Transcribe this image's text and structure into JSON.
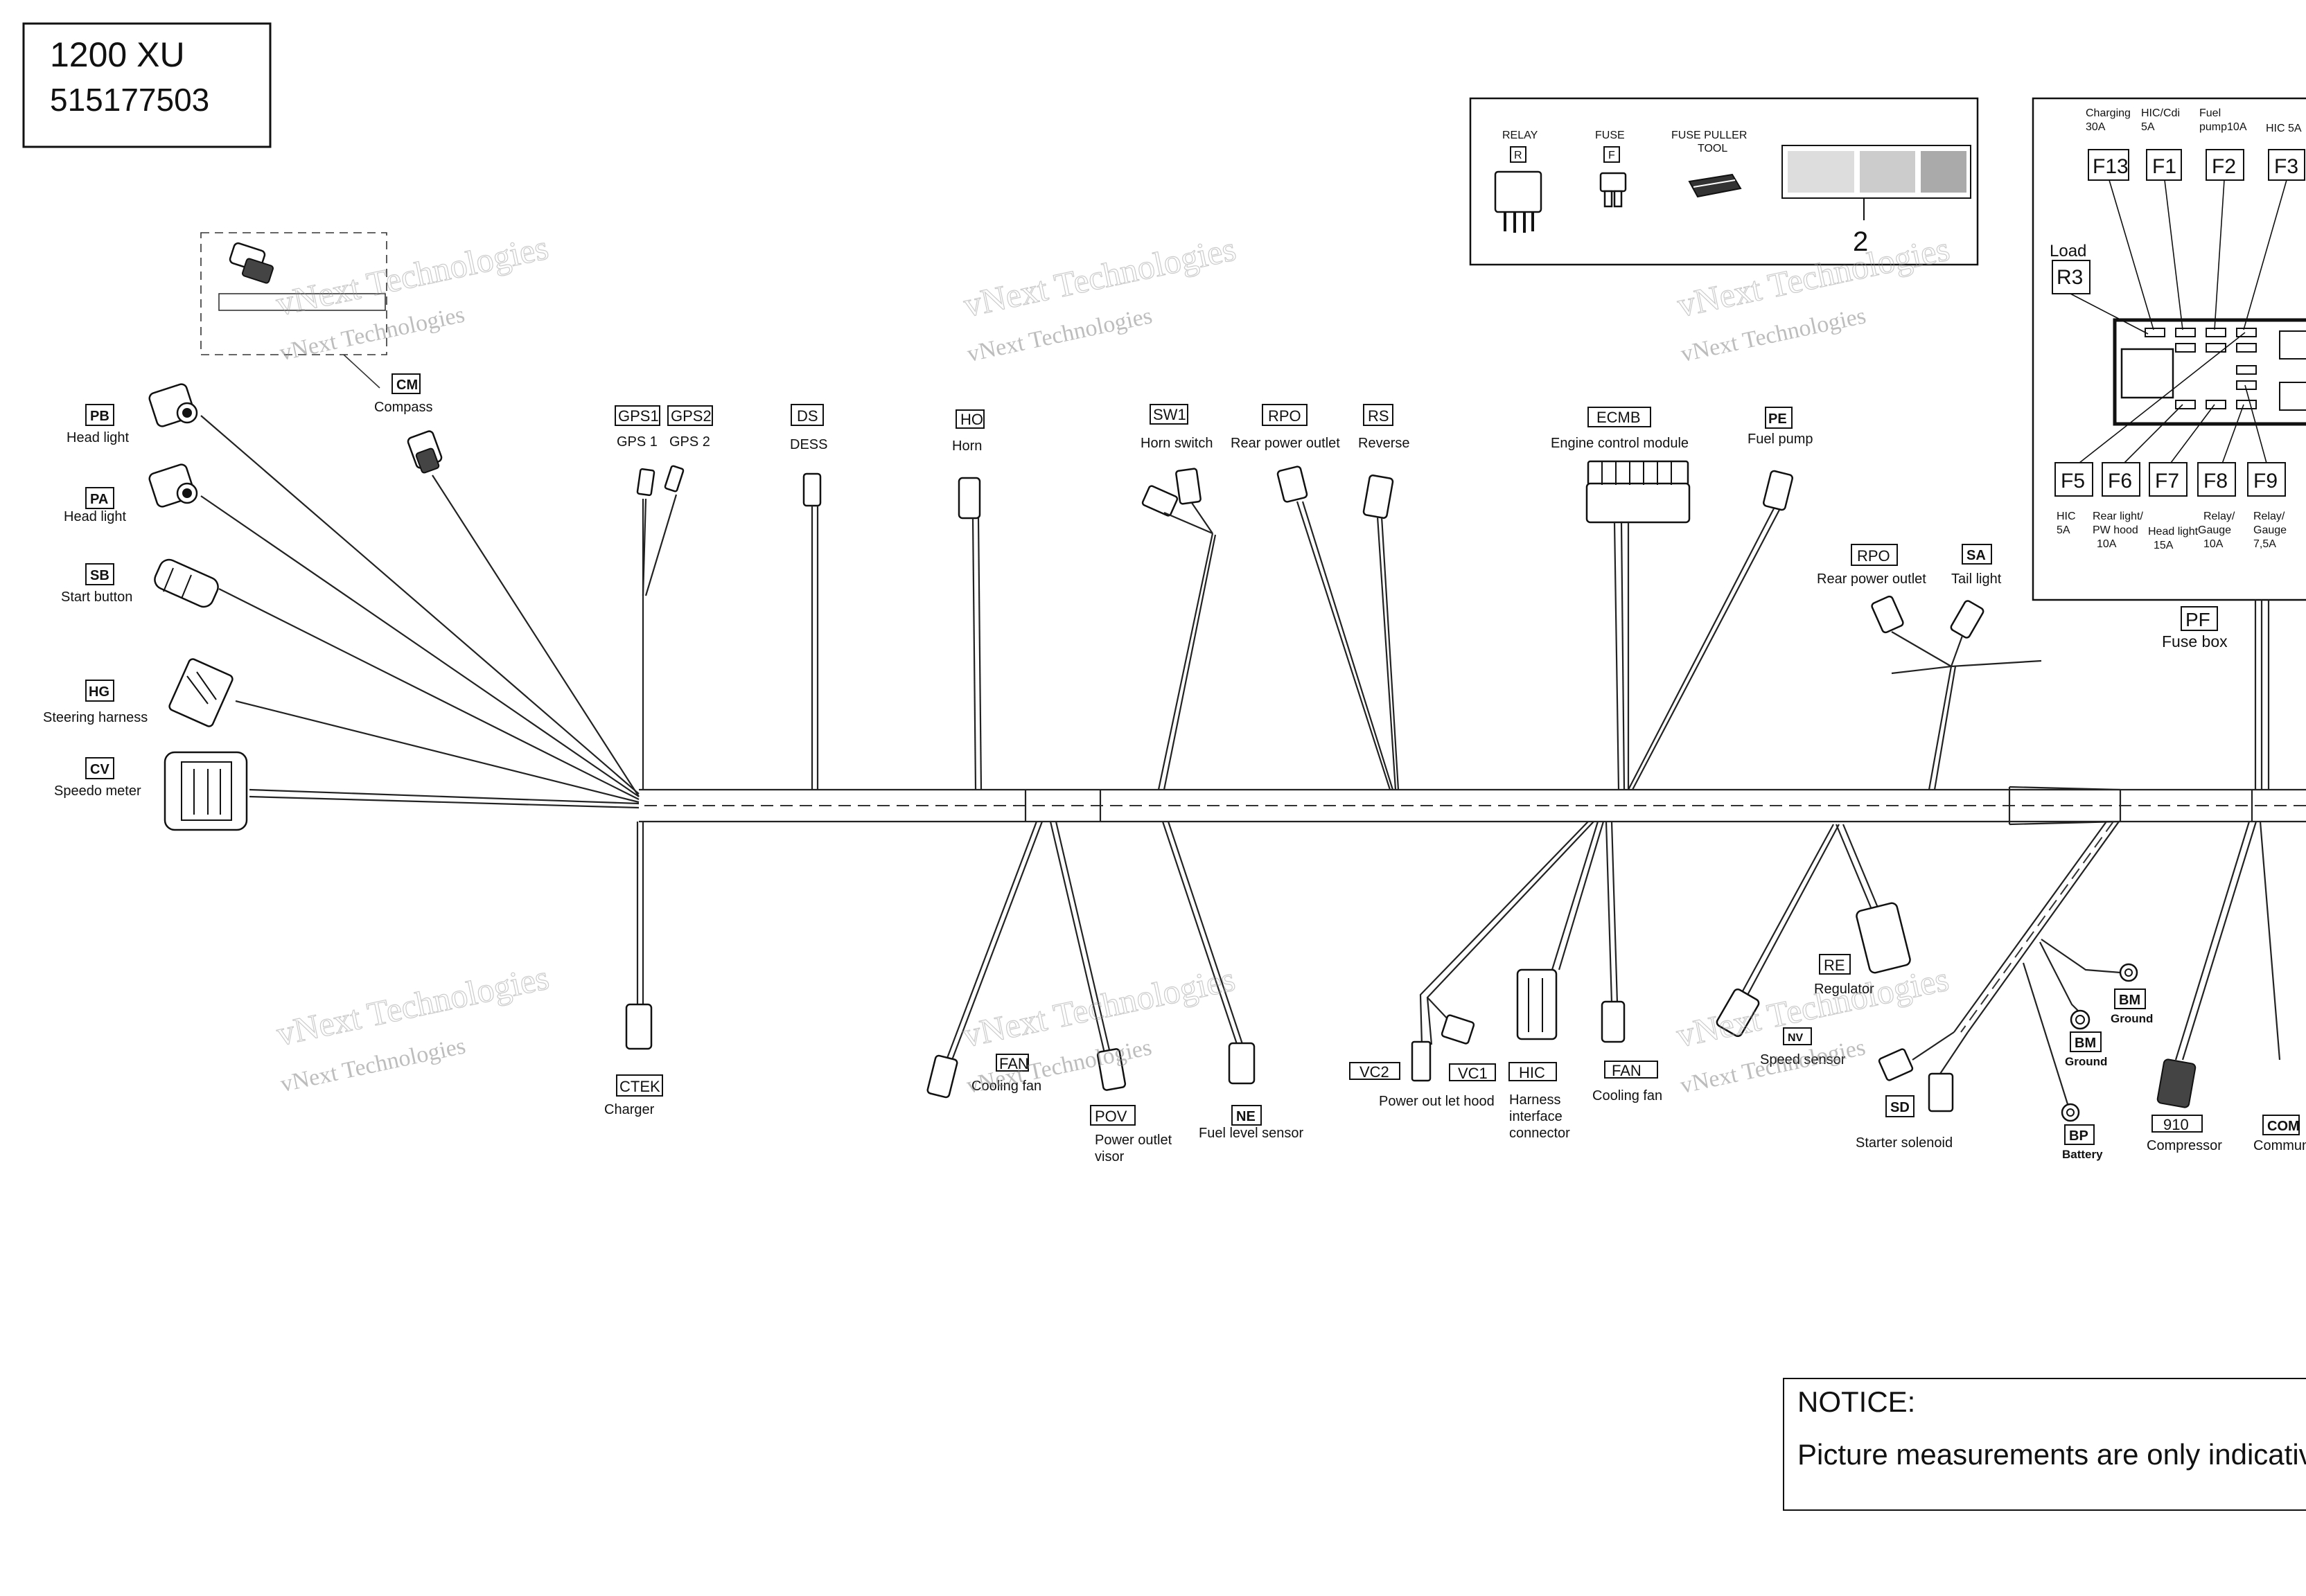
{
  "title_block": {
    "model": "1200 XU",
    "part_number": "515177503"
  },
  "watermark": "vNext Technologies",
  "legend": {
    "relay_label": "RELAY",
    "relay_code": "R",
    "fuse_label": "FUSE",
    "fuse_code": "F",
    "puller_label_1": "FUSE PULLER",
    "puller_label_2": "TOOL",
    "callout": "2"
  },
  "connectors": {
    "cm": {
      "code": "CM",
      "name": "Compass"
    },
    "pb": {
      "code": "PB",
      "name": "Head light"
    },
    "pa": {
      "code": "PA",
      "name": "Head light"
    },
    "sb": {
      "code": "SB",
      "name": "Start button"
    },
    "hg": {
      "code": "HG",
      "name": "Steering harness"
    },
    "cv": {
      "code": "CV",
      "name": "Speedo meter"
    },
    "gps1": {
      "code": "GPS1",
      "name": "GPS 1"
    },
    "gps2": {
      "code": "GPS2",
      "name": "GPS 2"
    },
    "ds": {
      "code": "DS",
      "name": "DESS"
    },
    "ho": {
      "code": "HO",
      "name": "Horn"
    },
    "sw1": {
      "code": "SW1",
      "name": "Horn switch"
    },
    "rpo": {
      "code": "RPO",
      "name": "Rear power outlet"
    },
    "rs": {
      "code": "RS",
      "name": "Reverse"
    },
    "ecmb": {
      "code": "ECMB",
      "name": "Engine control module"
    },
    "pe": {
      "code": "PE",
      "name": "Fuel pump"
    },
    "rpo2": {
      "code": "RPO",
      "name": "Rear power outlet"
    },
    "sa": {
      "code": "SA",
      "name": "Tail light"
    },
    "pf": {
      "code": "PF",
      "name": "Fuse box"
    },
    "ctek": {
      "code": "CTEK",
      "name": "Charger"
    },
    "fan1": {
      "code": "FAN",
      "name": "Cooling fan"
    },
    "pov": {
      "code": "POV",
      "name_1": "Power outlet",
      "name_2": "visor"
    },
    "ne": {
      "code": "NE",
      "name": "Fuel level sensor"
    },
    "vc2": {
      "code": "VC2"
    },
    "vc1": {
      "code": "VC1",
      "name": "Power out let hood"
    },
    "hic": {
      "code": "HIC",
      "name_1": "Harness",
      "name_2": "interface",
      "name_3": "connector"
    },
    "fan2": {
      "code": "FAN",
      "name": "Cooling fan"
    },
    "nv": {
      "code": "NV",
      "name": "Speed sensor"
    },
    "re": {
      "code": "RE",
      "name": "Regulator"
    },
    "sd": {
      "code": "SD",
      "name": "Starter solenoid"
    },
    "bm1": {
      "code": "BM",
      "name": "Ground"
    },
    "bm2": {
      "code": "BM",
      "name": "Ground"
    },
    "bp": {
      "code": "BP",
      "name": "Battery"
    },
    "c910": {
      "code": "910",
      "name": "Compressor"
    },
    "com": {
      "code": "COM",
      "name": "Commun"
    }
  },
  "fuse_box": {
    "top": [
      {
        "code": "F13",
        "label_1": "Charging",
        "label_2": "30A"
      },
      {
        "code": "F1",
        "label_1": "HIC/Cdi",
        "label_2": "5A"
      },
      {
        "code": "F2",
        "label_1": "Fuel",
        "label_2": "pump10A"
      },
      {
        "code": "F3",
        "label_1": "HIC 5A",
        "label_2": ""
      }
    ],
    "load_label": "Load",
    "relay_code": "R3",
    "bottom": [
      {
        "code": "F5",
        "label_1": "HIC",
        "label_2": "5A",
        "label_3": ""
      },
      {
        "code": "F6",
        "label_1": "Rear light/",
        "label_2": "PW hood",
        "label_3": "10A"
      },
      {
        "code": "F7",
        "label_1": "Head light",
        "label_2": "15A",
        "label_3": ""
      },
      {
        "code": "F8",
        "label_1": "Relay/",
        "label_2": "Gauge",
        "label_3": "10A"
      },
      {
        "code": "F9",
        "label_1": "Relay/",
        "label_2": "Gauge",
        "label_3": "7,5A"
      }
    ]
  },
  "notice": {
    "heading": "NOTICE:",
    "text": "Picture measurements are only indicativ"
  }
}
